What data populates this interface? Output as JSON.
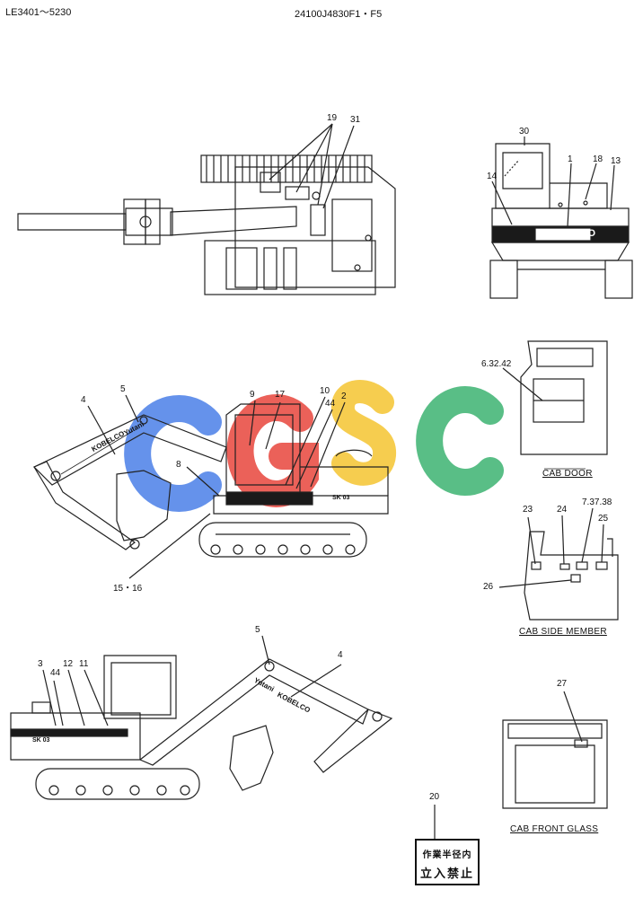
{
  "header": {
    "model_range": "LE3401～5230",
    "part_number": "24100J4830F1・F5"
  },
  "watermark": {
    "letters": [
      "C",
      "G",
      "S",
      "C"
    ],
    "colors": [
      "#4a7fe8",
      "#e8453c",
      "#f4c430",
      "#3cb371"
    ]
  },
  "callouts": {
    "top_view": [
      "19",
      "31"
    ],
    "rear_view": [
      "30",
      "1",
      "18",
      "13",
      "14"
    ],
    "side_view_left": [
      "4",
      "5",
      "9",
      "17",
      "10",
      "44",
      "2",
      "8",
      "15・16"
    ],
    "cab_door": [
      "6.32.42"
    ],
    "cab_side_member": [
      "23",
      "24",
      "7.37.38",
      "25",
      "26"
    ],
    "side_view_right": [
      "5",
      "4",
      "3",
      "44",
      "12",
      "11"
    ],
    "cab_front_glass": [
      "27"
    ],
    "warning_sign": [
      "20"
    ]
  },
  "views": {
    "cab_door": "CAB DOOR",
    "cab_side_member": "CAB SIDE MEMBER",
    "cab_front_glass": "CAB FRONT GLASS"
  },
  "decals": {
    "brand": "KOBELCO",
    "sub_brand": "Yutani",
    "model_badge": "SK 03"
  },
  "warning_sign": {
    "line1": "作業半径内",
    "line2": "立入禁止"
  }
}
